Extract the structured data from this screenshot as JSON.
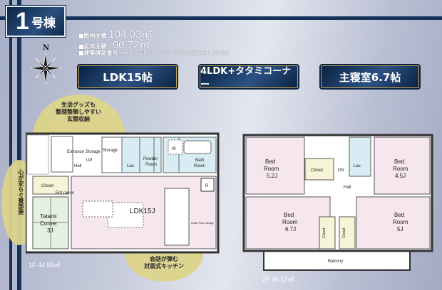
{
  "header": {
    "number": "1",
    "label": "号棟"
  },
  "info": {
    "site_area_label": "■敷地面積",
    "site_area_value": "104.03㎡",
    "floor_area_label": "■延床面積",
    "floor_area_value": "90.72㎡",
    "permit_label": "■建築確認番号",
    "permit_value": "第KBI-SGM25-10-3970号(令和7年11月5日)"
  },
  "compass": {
    "label": "N"
  },
  "banners": [
    "LDK15帖",
    "4LDK+タタミコーナー",
    "主寝室6.7帖"
  ],
  "callouts": {
    "storage": "生活グッズも\n整理整頓しやすい\n玄関収納",
    "tatami": "ホッと一息、\n心が安らぐ畳部屋",
    "kitchen": "会話が弾む\n対面式キッチン"
  },
  "floor1": {
    "area": "1F 44.55㎡",
    "rooms": {
      "entrance_storage": "Entrance Storage",
      "entrance": "Ent rance",
      "hall": "Hall",
      "up": "UP",
      "storage": "Sto rage",
      "lav": "Lav.",
      "powder": "Powder Room",
      "w": "W",
      "bath": "Bath Room",
      "closet": "Closet",
      "tatami": "Tatami Corner 3J",
      "ldk": "LDK15J",
      "r": "R",
      "under_floor": "Under Floor Storage"
    }
  },
  "floor2": {
    "area": "2F 46.17㎡",
    "rooms": {
      "bed1": "Bed Room 5.2J",
      "bed2": "Bed Room 4.5J",
      "bed3": "Bed Room 6.7J",
      "bed4": "Bed Room 5J",
      "closet": "Closet",
      "dn": "DN",
      "lav": "Lav.",
      "hall": "Hall",
      "balcony": "Balcony"
    }
  },
  "colors": {
    "navy": "#14325a",
    "gold": "#c9a64a",
    "room_pink": "#f6e6ee",
    "wet_blue": "#d8ecf4",
    "closet_yellow": "#f7f3d6",
    "bubble": "#dcd48a"
  }
}
